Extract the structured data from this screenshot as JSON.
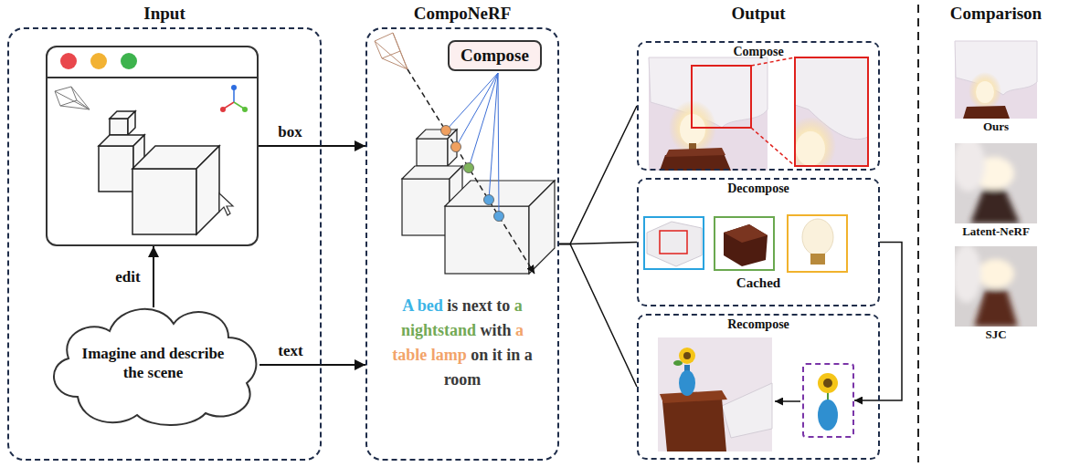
{
  "diagram": {
    "nodes": [
      {
        "text": [
          "Input"
        ]
      },
      {
        "text": [],
        "in": 0
      },
      {
        "text": [
          "Imagine and describe the scene"
        ],
        "in": 0
      },
      {
        "text": [
          "CompoNeRF",
          "A bed is next to a nightstand with a table lamp on it in a room"
        ]
      },
      {
        "text": [
          "Compose"
        ],
        "in": 3
      },
      {
        "text": [
          "Compose"
        ]
      },
      {
        "text": [
          "Decompose",
          "Cached"
        ]
      },
      {
        "text": [
          "Recompose"
        ]
      },
      {
        "text": [],
        "in": 7
      }
    ],
    "edges": [
      {
        "from": 1,
        "to": 3,
        "arrow": "to",
        "label": "box"
      },
      {
        "from": 2,
        "to": 1,
        "arrow": "to",
        "label": "edit"
      },
      {
        "from": 2,
        "to": 3,
        "arrow": "to",
        "label": "text"
      },
      {
        "from": 3,
        "to": 5,
        "arrow": "none"
      },
      {
        "from": 3,
        "to": 6,
        "arrow": "none"
      },
      {
        "from": 3,
        "to": 7,
        "arrow": "none"
      },
      {
        "from": 6,
        "to": 8,
        "arrow": "to"
      }
    ],
    "labels": [
      "Output",
      "Comparison",
      "Ours",
      "Latent-NeRF",
      "SJC"
    ]
  }
}
